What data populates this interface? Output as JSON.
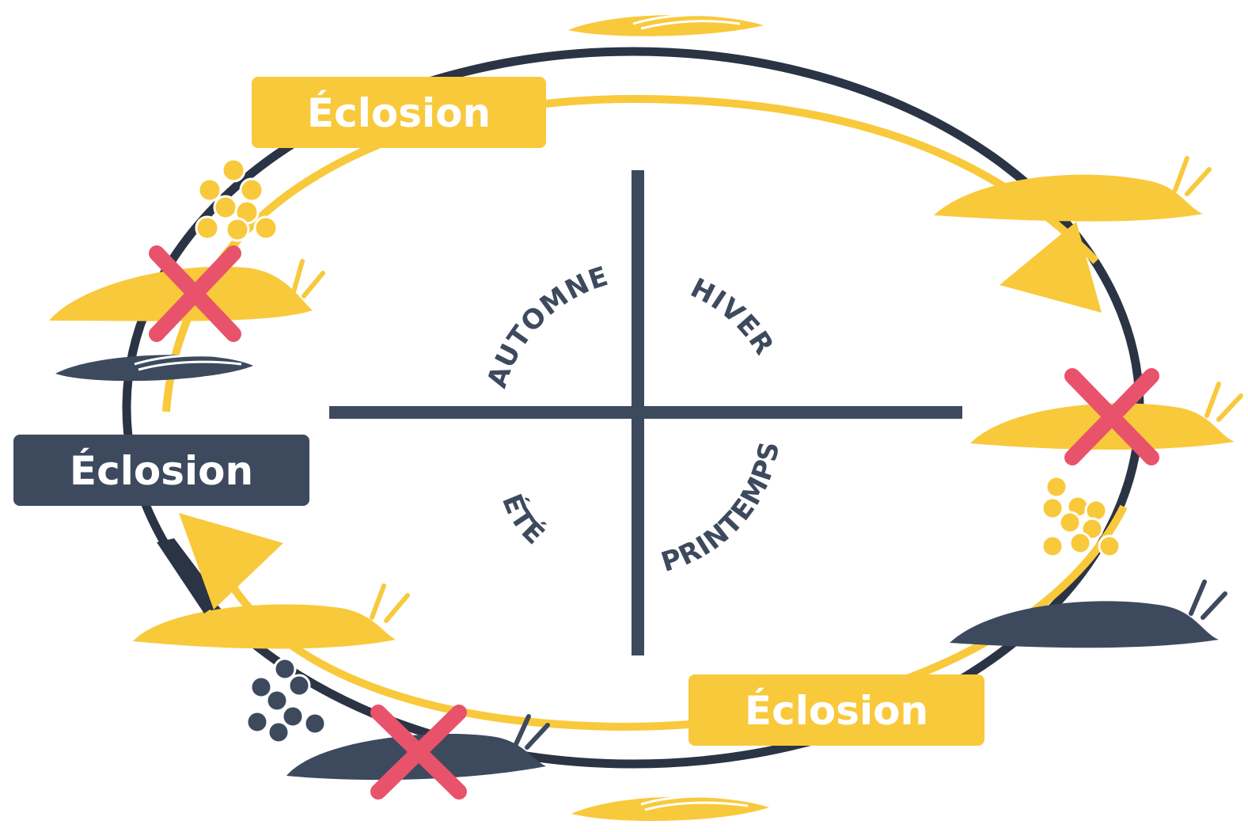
{
  "colors": {
    "yellow": "#f9c93c",
    "slate": "#3d4a5e",
    "dark_track": "#2b3444",
    "red_cross": "#e8536b",
    "white": "#ffffff"
  },
  "seasons": {
    "autumn": "AUTOMNE",
    "winter": "HIVER",
    "spring": "PRINTEMPS",
    "summer": "ÉTÉ"
  },
  "hatching_labels": {
    "top": "Éclosion",
    "left": "Éclosion",
    "bottom": "Éclosion"
  },
  "icons": [
    "slug-icon",
    "egg-cluster-icon",
    "cross-icon",
    "burrowed-slug-icon",
    "arrow-head-icon"
  ]
}
